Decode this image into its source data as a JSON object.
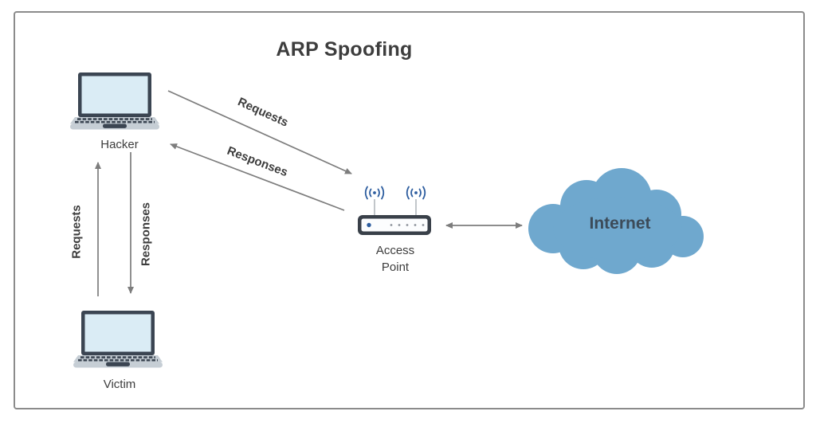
{
  "title": "ARP Spoofing",
  "nodes": {
    "hacker": {
      "label": "Hacker"
    },
    "victim": {
      "label": "Victim"
    },
    "access_point": {
      "label_line1": "Access",
      "label_line2": "Point"
    },
    "internet": {
      "label": "Internet"
    }
  },
  "edges": {
    "hacker_to_ap": {
      "label": "Requests"
    },
    "ap_to_hacker": {
      "label": "Responses"
    },
    "victim_to_hacker": {
      "label": "Requests"
    },
    "hacker_to_victim": {
      "label": "Responses"
    }
  },
  "colors": {
    "arrow": "#7d7d7d",
    "text": "#3d3d3d",
    "border": "#8b8b8b",
    "cloud": "#6FA8CE",
    "internet_text": "#3C4B59",
    "laptop_frame": "#3B4552",
    "laptop_screen": "#DAECF5",
    "laptop_base": "#C6CED5",
    "ap_body": "#394049",
    "ap_face": "#FCFDFE",
    "led_dots": "#8D939B",
    "accent_blue": "#2D5D9F",
    "stem": "#B2B7BC"
  }
}
